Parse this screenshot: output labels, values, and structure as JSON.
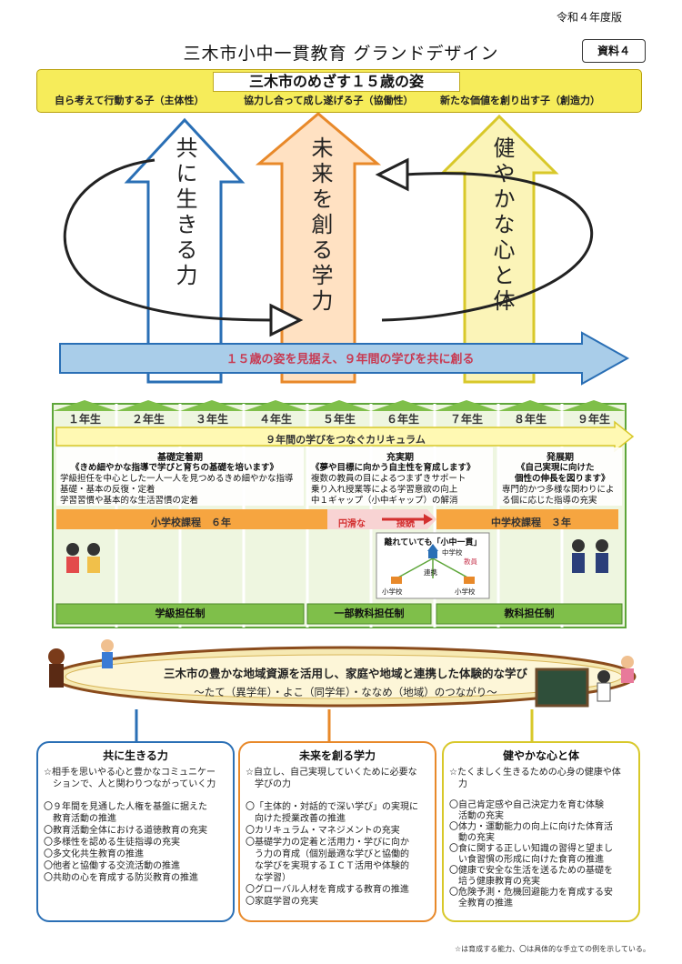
{
  "edition": "令和４年度版",
  "title": "三木市小中一貫教育 グランドデザイン",
  "doc_label": "資料４",
  "goal": {
    "title": "三木市のめざす１５歳の姿",
    "items": [
      "自ら考えて行動する子（主体性）",
      "協力し合って成し遂げる子（協働性）",
      "新たな価値を創り出す子（創造力）"
    ]
  },
  "pillars": [
    "共に生きる力",
    "未来を創る学力",
    "健やかな心と体"
  ],
  "banner": "１５歳の姿を見据え、９年間の学びを共に創る",
  "grades": [
    "１年生",
    "２年生",
    "３年生",
    "４年生",
    "５年生",
    "６年生",
    "７年生",
    "８年生",
    "９年生"
  ],
  "curriculum": "９年間の学びをつなぐカリキュラム",
  "phases": [
    {
      "title": "基礎定着期",
      "lines": [
        "《きめ細やかな指導で学びと育ちの基礎を培います》",
        "学級担任を中心とした一人一人を見つめるきめ細やかな指導",
        "基礎・基本の反復・定着",
        "学習習慣や基本的な生活習慣の定着"
      ]
    },
    {
      "title": "充実期",
      "lines": [
        "《夢や目標に向かう自主性を育成します》",
        "複数の教員の目によるつまずきサポート",
        "乗り入れ授業等による学習意欲の向上",
        "中１ギャップ（小中ギャップ）の解消"
      ]
    },
    {
      "title": "発展期",
      "lines": [
        "《自己実現に向けた",
        "個性の伸長を図ります》",
        "専門的かつ多様な関わりによ",
        "る個に応じた指導の充実"
      ]
    }
  ],
  "courses": {
    "elementary": "小学校課程　６年",
    "smooth": "円滑な",
    "connect": "接続",
    "junior": "中学校課程　３年"
  },
  "map": {
    "title": "離れていても「小中一貫」",
    "junior": "中学校",
    "elementary": "小学校",
    "teacher": "教員",
    "link": "連携"
  },
  "teaching": [
    "学級担任制",
    "一部教科担任制",
    "教科担任制"
  ],
  "local": {
    "main": "三木市の豊かな地域資源を活用し、家庭や地域と連携した体験的な学び",
    "sub": "～たて（異学年）・よこ（同学年）・ななめ（地域）のつながり～"
  },
  "boxes": [
    {
      "title": "共に生きる力",
      "lines": [
        "☆相手を思いやる心と豊かなコミュニケー",
        "　ションで、人と関わりつながっていく力",
        "",
        "〇９年間を見通した人権を基盤に据えた",
        "　教育活動の推進",
        "〇教育活動全体における道徳教育の充実",
        "〇多様性を認める生徒指導の充実",
        "〇多文化共生教育の推進",
        "〇他者と協働する交流活動の推進",
        "〇共助の心を育成する防災教育の推進"
      ]
    },
    {
      "title": "未来を創る学力",
      "lines": [
        "☆自立し、自己実現していくために必要な",
        "　学びの力",
        "",
        "〇「主体的・対話的で深い学び」の実現に",
        "　向けた授業改善の推進",
        "〇カリキュラム・マネジメントの充実",
        "〇基礎学力の定着と活用力・学びに向か",
        "　う力の育成（個別最適な学びと協働的",
        "　な学びを実現するＩＣＴ活用や体験的",
        "　な学習）",
        "〇グローバル人材を育成する教育の推進",
        "〇家庭学習の充実"
      ]
    },
    {
      "title": "健やかな心と体",
      "lines": [
        "☆たくましく生きるための心身の健康や体",
        "　力",
        "",
        "〇自己肯定感や自己決定力を育む体験",
        "　活動の充実",
        "〇体力・運動能力の向上に向けた体育活",
        "　動の充実",
        "〇食に関する正しい知識の習得と望まし",
        "　い食習慣の形成に向けた食育の推進",
        "〇健康で安全な生活を送るための基礎を",
        "　培う健康教育の充実",
        "〇危険予測・危機回避能力を育成する安",
        "　全教育の推進"
      ]
    }
  ],
  "footnote": "☆は育成する能力、〇は具体的な手立ての例を示している。",
  "colors": {
    "blue": "#2a6fb5",
    "orange": "#e8892a",
    "yellow": "#e7d93a",
    "green": "#5ea63a",
    "goal_bg": "#f6ec5a",
    "banner_text": "#c83a52"
  }
}
